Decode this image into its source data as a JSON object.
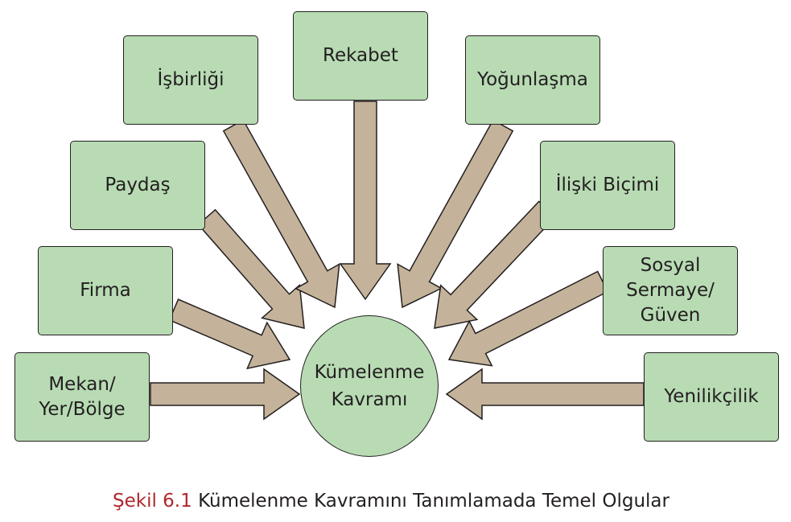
{
  "center": {
    "line1": "Kümelenme",
    "line2": "Kavramı"
  },
  "concepts": [
    {
      "id": "mekan",
      "lines": [
        "Mekan/",
        "Yer/Bölge"
      ]
    },
    {
      "id": "firma",
      "lines": [
        "Firma"
      ]
    },
    {
      "id": "paydas",
      "lines": [
        "Paydaş"
      ]
    },
    {
      "id": "isbirligi",
      "lines": [
        "İşbirliği"
      ]
    },
    {
      "id": "rekabet",
      "lines": [
        "Rekabet"
      ]
    },
    {
      "id": "yogunlasma",
      "lines": [
        "Yoğunlaşma"
      ]
    },
    {
      "id": "iliski",
      "lines": [
        "İlişki Biçimi"
      ]
    },
    {
      "id": "sosyal",
      "lines": [
        "Sosyal",
        "Sermaye/",
        "Güven"
      ]
    },
    {
      "id": "yenilikcilik",
      "lines": [
        "Yenilikçilik"
      ]
    }
  ],
  "caption": {
    "label": "Şekil 6.1",
    "text": "Kümelenme Kavramını Tanımlamada Temel Olgular"
  },
  "colors": {
    "box": "#b8dbb4",
    "arrow": "#c4b39a",
    "stroke": "#231f20",
    "caption_label": "#b0282e"
  }
}
